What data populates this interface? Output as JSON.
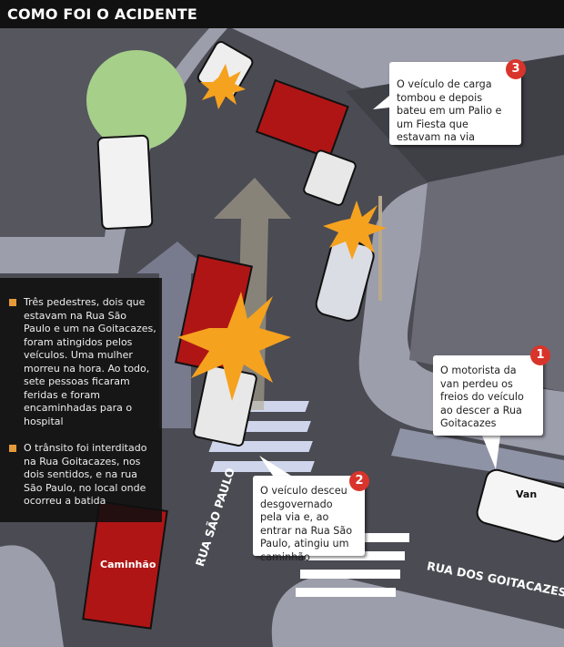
{
  "header": {
    "title": "COMO FOI O ACIDENTE"
  },
  "callouts": [
    {
      "number": "3",
      "text": "O veículo de carga tombou e depois bateu em um Palio e um Fiesta que estavam na via"
    },
    {
      "number": "1",
      "text": "O motorista da van perdeu os freios do veículo ao descer a Rua Goitacazes"
    },
    {
      "number": "2",
      "text": "O veículo desceu desgovernado pela via e, ao entrar na Rua São Paulo, atingiu um caminhão"
    }
  ],
  "side_panel": {
    "bullets": [
      "Três pedestres, dois que estavam na Rua São Paulo e um na Goitacazes, foram atingidos pelos veículos. Uma mulher morreu na hora. Ao todo, sete pessoas ficaram feridas e foram encaminhadas para o hospital",
      "O trânsito foi interditado na Rua Goitacazes, nos dois sentidos, e na rua São Paulo, no local onde ocorreu a batida"
    ]
  },
  "streets": {
    "sao_paulo": "RUA SÃO PAULO",
    "goitacazes": "RUA DOS GOITACAZES"
  },
  "vehicles": {
    "van": "Van",
    "truck": "Caminhão"
  },
  "colors": {
    "road": "#4b4b53",
    "sidewalk": "#9c9eab",
    "accent_red": "#d9342b",
    "truck_red": "#b01515",
    "bullet": "#e59a3a"
  }
}
